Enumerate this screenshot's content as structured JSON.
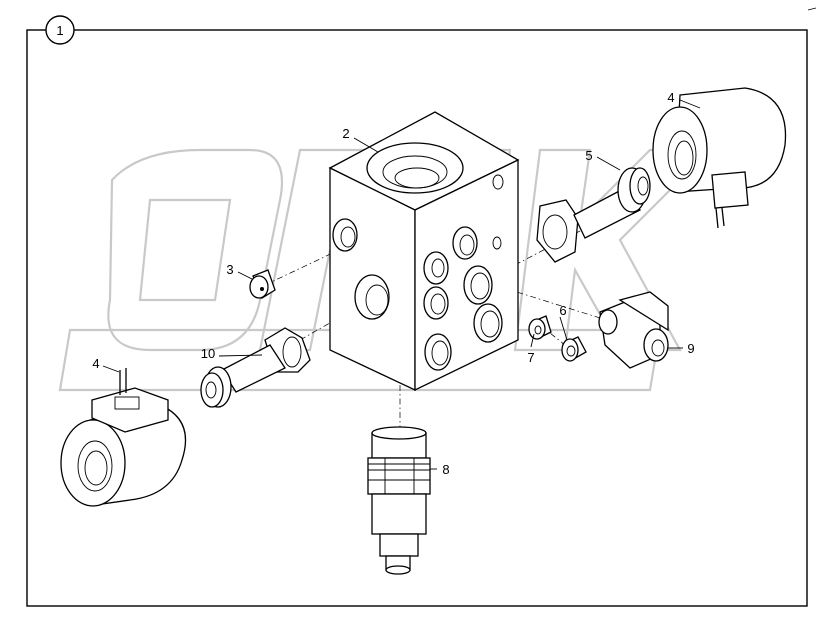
{
  "diagram": {
    "group_number": "1",
    "watermark": "ORIK",
    "callouts": [
      {
        "id": "c2",
        "label": "2"
      },
      {
        "id": "c3",
        "label": "3"
      },
      {
        "id": "c4a",
        "label": "4"
      },
      {
        "id": "c4b",
        "label": "4"
      },
      {
        "id": "c5",
        "label": "5"
      },
      {
        "id": "c6",
        "label": "6"
      },
      {
        "id": "c7",
        "label": "7"
      },
      {
        "id": "c8",
        "label": "8"
      },
      {
        "id": "c9",
        "label": "9"
      },
      {
        "id": "c10",
        "label": "10"
      }
    ]
  }
}
